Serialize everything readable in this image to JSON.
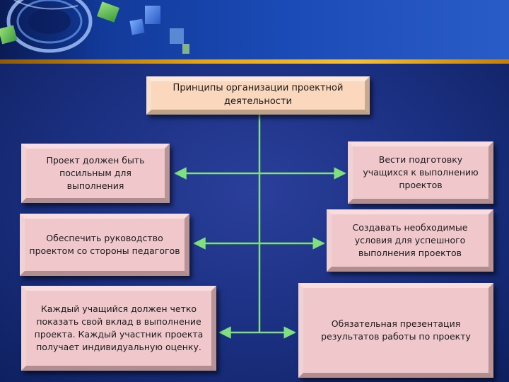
{
  "diagram": {
    "title": "Принципы организации проектной деятельности",
    "left_items": [
      "Проект должен быть посильным для выполнения",
      "Обеспечить руководство проектом со стороны педагогов",
      "Каждый учащийся должен четко показать свой вклад в выполнение проекта. Каждый участник проекта получает индивидуальную оценку."
    ],
    "right_items": [
      "Вести подготовку учащихся к выполнению проектов",
      "Создавать необходимые условия для успешного выполнения проектов",
      "Обязательная презентация результатов работы по проекту"
    ],
    "colors": {
      "background": "#1a2f80",
      "title_box": "#fad7bd",
      "item_box": "#f0c8cc",
      "connector": "#7ee07e"
    }
  }
}
